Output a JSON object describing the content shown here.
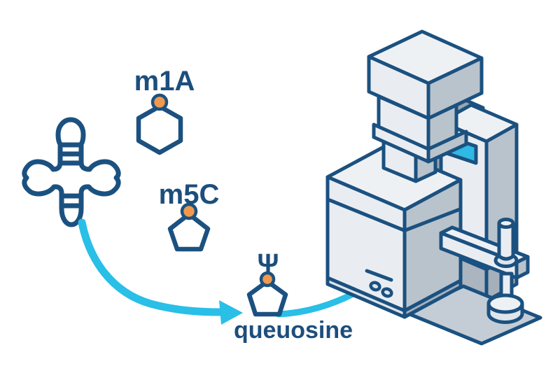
{
  "figure": {
    "background": "#ffffff",
    "labels": {
      "m1a": "m1A",
      "m5c": "m5C",
      "psi": "Ψ",
      "queuosine": "queuosine"
    },
    "icons": {
      "trna": "trna-cloverleaf-icon",
      "m1a_shape": "hexagon-nucleobase-icon",
      "m5c_shape": "pentagon-nucleobase-icon",
      "psi_shape": "pentagon-nucleobase-icon",
      "modification_marker": "orange-dot",
      "flow": "curved-arrow-icon",
      "instrument": "mass-spectrometer-icon"
    },
    "colors": {
      "outline": "#1b5180",
      "text": "#1d4e7c",
      "arrow": "#29bfe6",
      "screen": "#2fb9e4",
      "dot": "#f0994e",
      "face_light": "#e9edf2",
      "face_top": "#eef1f4",
      "face_side": "#b9c3cc",
      "face_dark": "#9aa6b2",
      "face_floor": "#c4cdd5",
      "face_shadow": "#aab5bf",
      "face_lip": "#dfe5ea",
      "face_sidedark": "#a5b0bb"
    }
  }
}
